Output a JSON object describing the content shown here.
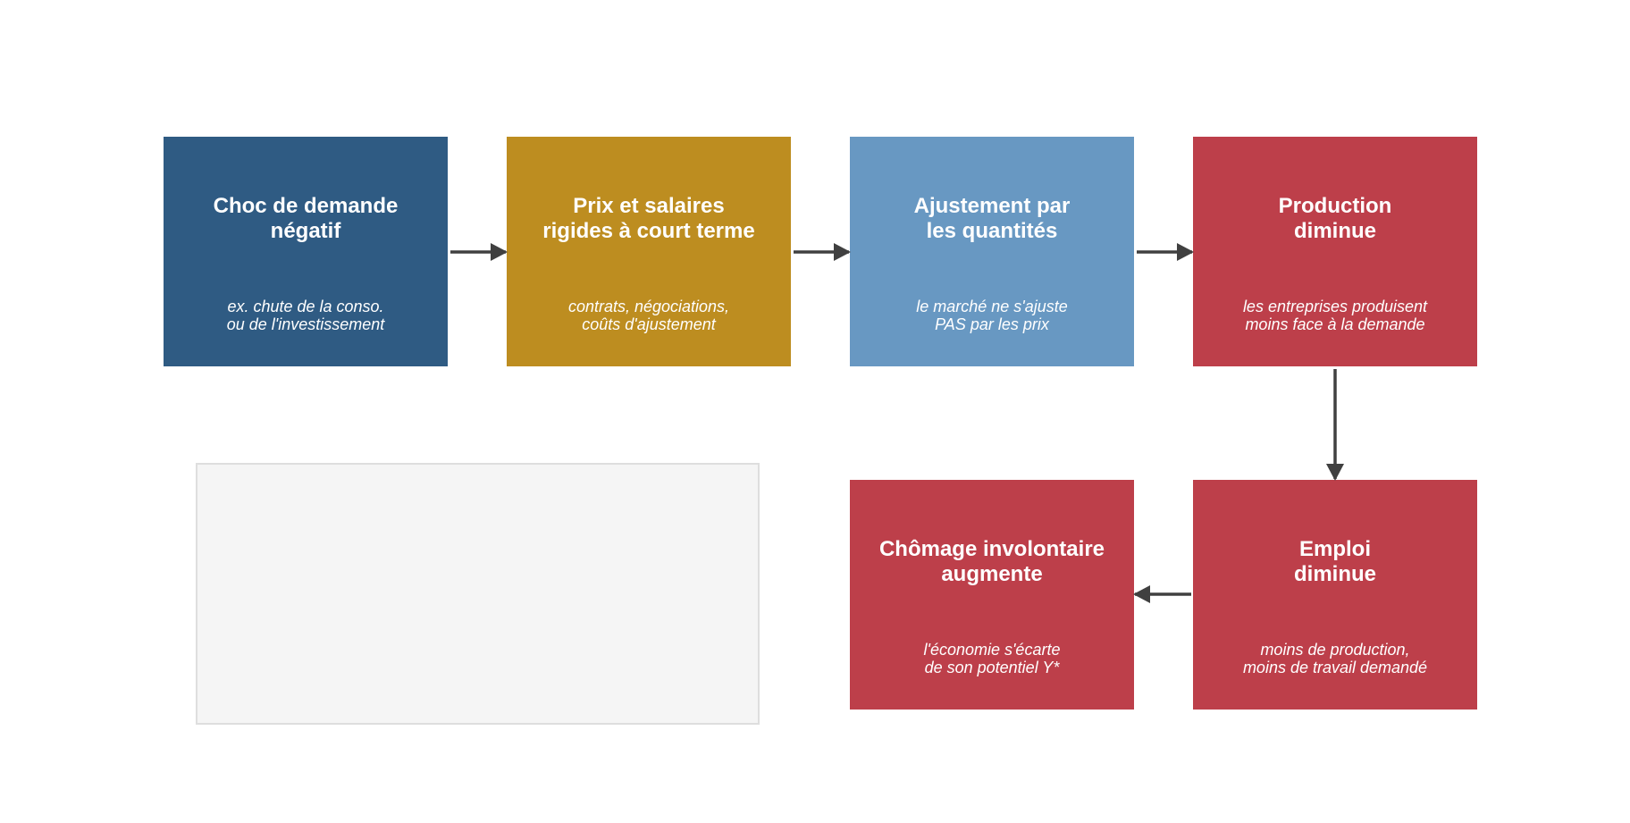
{
  "colors": {
    "dark_blue": "#2f5b83",
    "gold": "#bd8d20",
    "light_blue": "#6898c2",
    "red": "#bd3f4a",
    "arrow": "#404040",
    "placeholder_fill": "#f5f5f5",
    "placeholder_border": "#dedede"
  },
  "nodes": [
    {
      "id": "choc",
      "title": "Choc de demande\nnégatif",
      "subtitle": "ex. chute de la conso.\nou de l'investissement",
      "color": "#2f5b83"
    },
    {
      "id": "prix",
      "title": "Prix et salaires\nrigides à court terme",
      "subtitle": "contrats, négociations,\ncoûts d'ajustement",
      "color": "#bd8d20"
    },
    {
      "id": "ajustement",
      "title": "Ajustement par\nles quantités",
      "subtitle": "le marché ne s'ajuste\nPAS par les prix",
      "color": "#6898c2"
    },
    {
      "id": "production",
      "title": "Production\ndiminue",
      "subtitle": "les entreprises produisent\nmoins face à la demande",
      "color": "#bd3f4a"
    },
    {
      "id": "emploi",
      "title": "Emploi\ndiminue",
      "subtitle": "moins de production,\nmoins de travail demandé",
      "color": "#bd3f4a"
    },
    {
      "id": "chomage",
      "title": "Chômage involontaire\naugmente",
      "subtitle": "l'économie s'écarte\nde son potentiel Y*",
      "color": "#bd3f4a"
    }
  ],
  "edges": [
    {
      "from": "choc",
      "to": "prix"
    },
    {
      "from": "prix",
      "to": "ajustement"
    },
    {
      "from": "ajustement",
      "to": "production"
    },
    {
      "from": "production",
      "to": "emploi"
    },
    {
      "from": "emploi",
      "to": "chomage"
    }
  ]
}
